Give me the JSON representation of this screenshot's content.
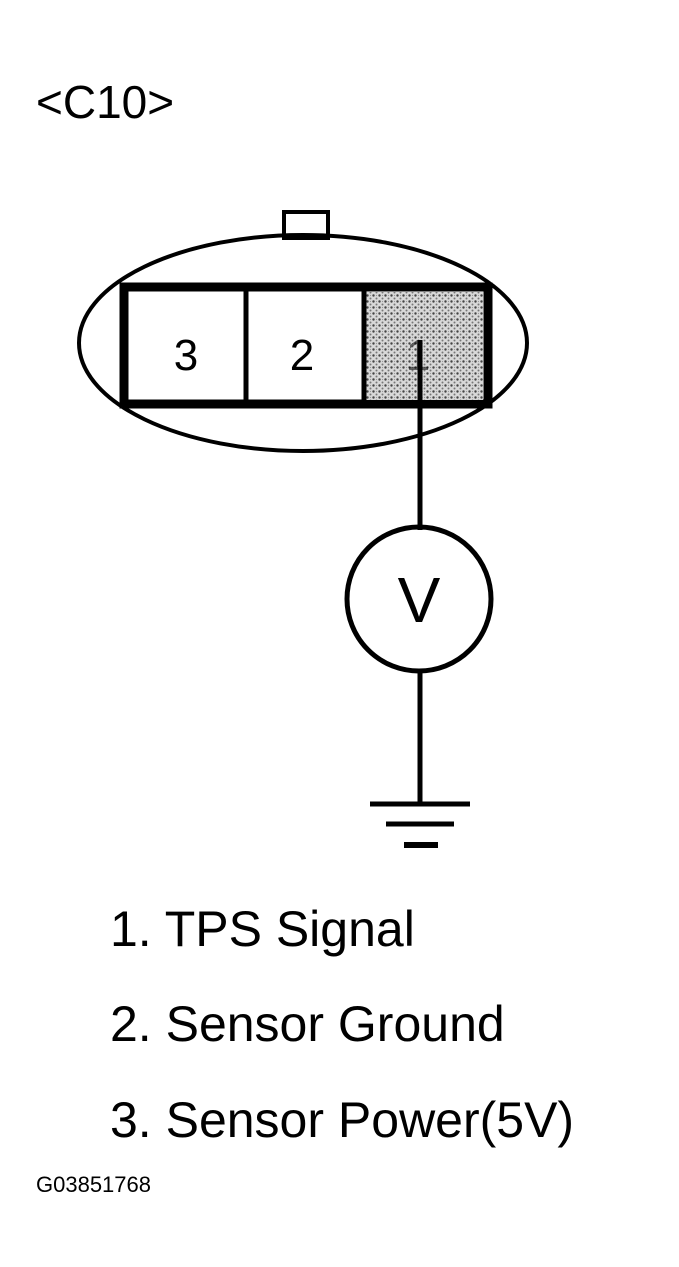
{
  "connector": {
    "name": "<C10>",
    "pins": [
      {
        "number": "3",
        "shaded": false
      },
      {
        "number": "2",
        "shaded": false
      },
      {
        "number": "1",
        "shaded": true
      }
    ]
  },
  "meter": {
    "symbol": "V"
  },
  "legend": [
    "1. TPS Signal",
    "2. Sensor Ground",
    "3. Sensor Power(5V)"
  ],
  "figure_code": "G03851768"
}
